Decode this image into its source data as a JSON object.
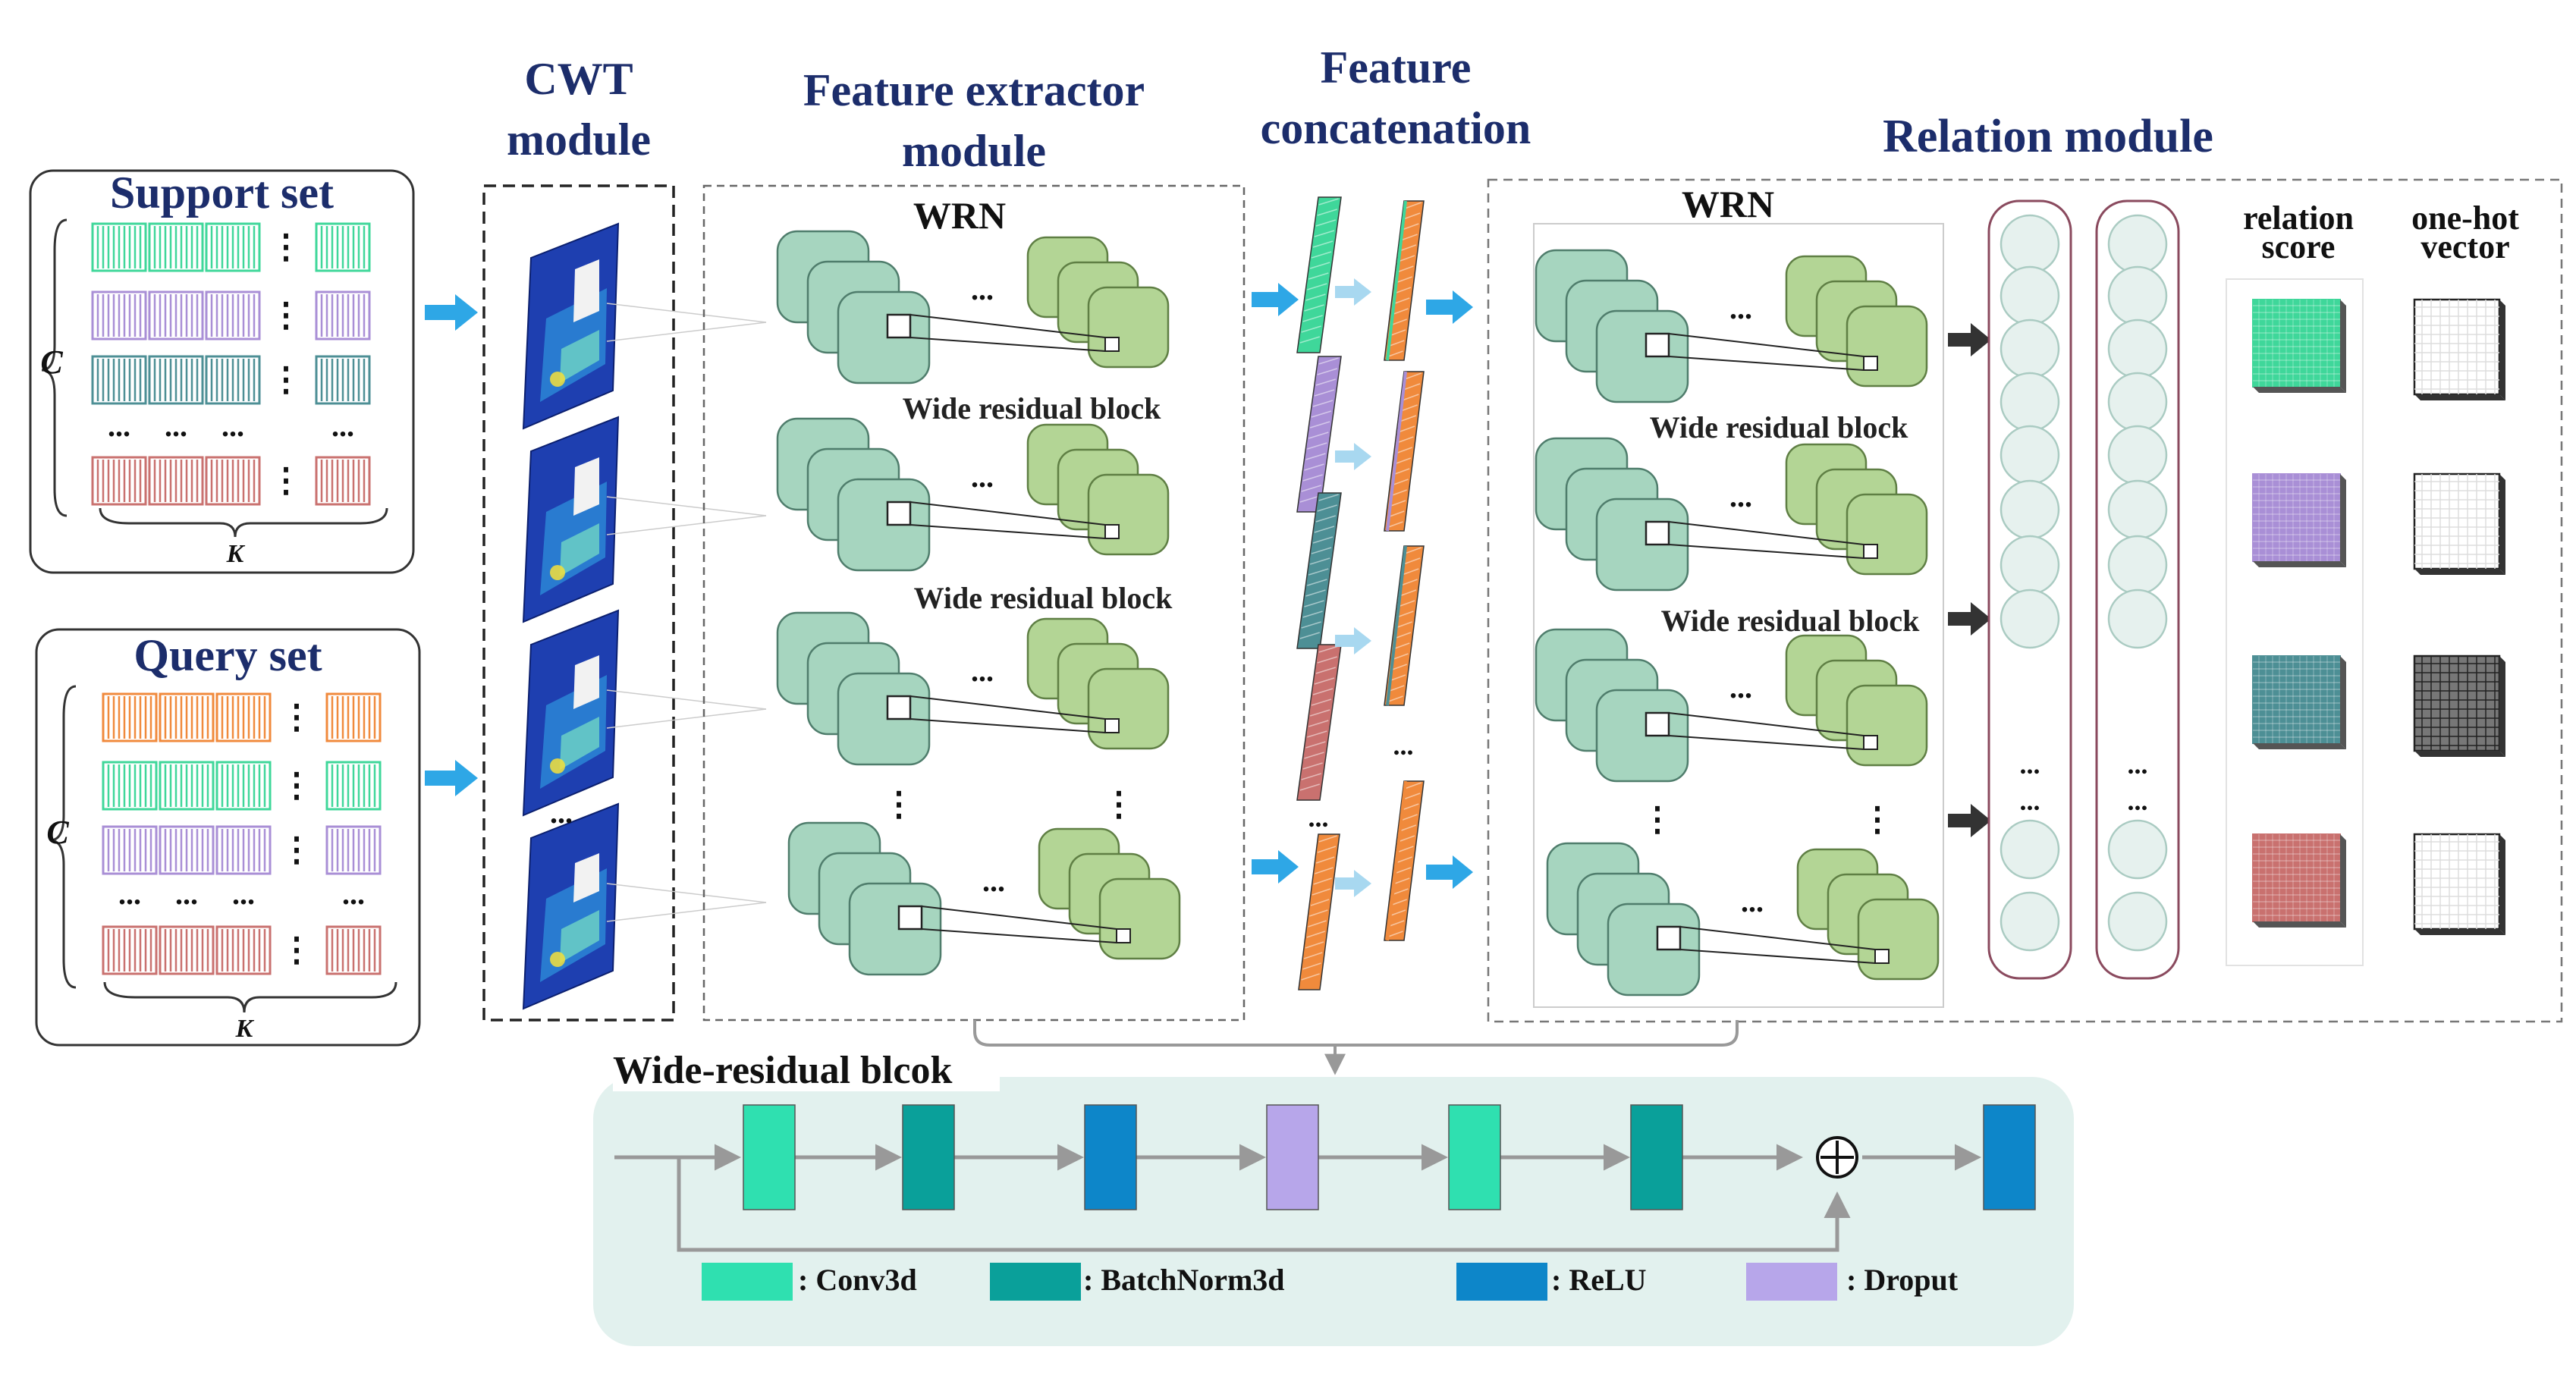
{
  "titles": {
    "cwt_line1": "CWT",
    "cwt_line2": "module",
    "feature_line1": "Feature extractor",
    "feature_line2": "module",
    "concat_line1": "Feature",
    "concat_line2": "concatenation",
    "relation": "Relation module"
  },
  "support_set": {
    "title": "Support set",
    "c_label": "C",
    "k_label": "K"
  },
  "query_set": {
    "title": "Query set",
    "c_label": "C",
    "k_label": "K"
  },
  "wrn_label": "WRN",
  "wide_block_label": "Wide residual block",
  "dots_h": "...",
  "dots_v": "⋮",
  "relation_score_line1": "relation",
  "relation_score_line2": "score",
  "onehot_line1": "one-hot",
  "onehot_line2": "vector",
  "wide_residual_block_title": "Wide-residual blcok",
  "legend": {
    "conv": ": Conv3d",
    "bn": ": BatchNorm3d",
    "relu": ": ReLU",
    "dropout": ": Droput"
  },
  "colors": {
    "green": "#3fd79a",
    "purple": "#a98fd6",
    "teal": "#4d8f95",
    "red": "#c9716f",
    "orange": "#f08a3c",
    "conv": "#2fe0b0",
    "bn": "#0aa09a",
    "relu": "#0d86c9",
    "dropout": "#b7a6ea",
    "arrow_blue": "#2ea7e6",
    "block_bg": "#e2f1ee",
    "tile_green": "#a6d5bf",
    "tile_olive": "#b3d595"
  }
}
